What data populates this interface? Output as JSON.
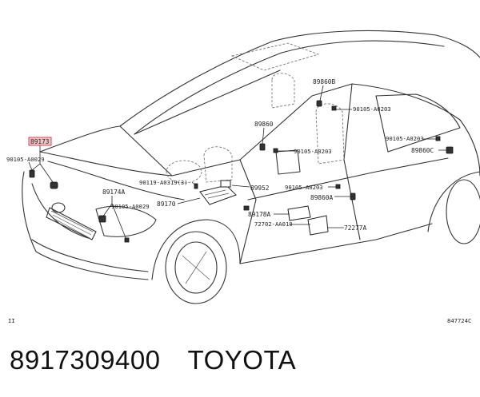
{
  "diagram": {
    "callouts": {
      "c89173": "89173",
      "c90105_a0029_left": "90105-A0029",
      "c89860b": "89860B",
      "c90105_a0203_top": "90105-A0203",
      "c89860": "89860",
      "c90105_a0203_mid": "90105-A0203",
      "c90105_a0203_right": "90105-A0203",
      "c89860c": "89860C",
      "c90119_a0319": "90119-A0319(3)",
      "c89174a": "89174A",
      "c89952": "89952",
      "c90105_a0029_low": "90105-A0029",
      "c89170": "89170",
      "c90105_a0203_low": "90105-A0203",
      "c89860a": "89860A",
      "c89178a": "89178A",
      "c72702_aa010": "72702-AA010",
      "c72277a": "72277A"
    },
    "corner_left": "II",
    "corner_right": "847724C"
  },
  "caption": {
    "part_number": "8917309400",
    "brand": "TOYOTA"
  }
}
